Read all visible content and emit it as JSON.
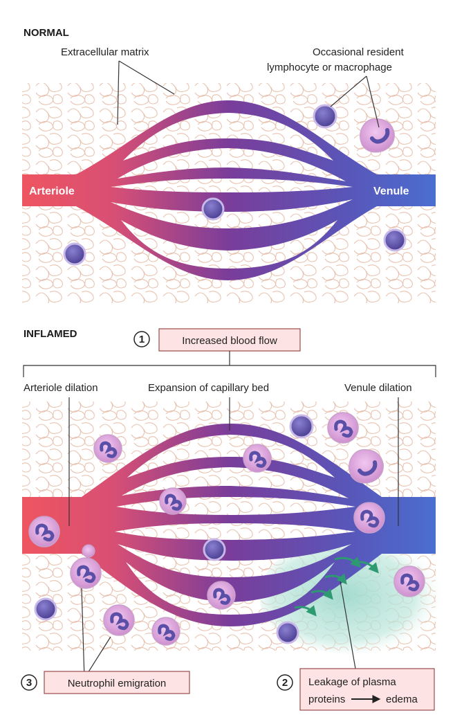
{
  "normal": {
    "title": "NORMAL",
    "labels": {
      "extracellular_matrix": "Extracellular matrix",
      "resident_line1": "Occasional resident",
      "resident_line2": "lymphocyte or macrophage",
      "arteriole": "Arteriole",
      "venule": "Venule"
    }
  },
  "inflamed": {
    "title": "INFLAMED",
    "step1": {
      "number": "1",
      "label": "Increased blood flow"
    },
    "labels": {
      "arteriole_dilation": "Arteriole dilation",
      "capillary_expansion": "Expansion of capillary bed",
      "venule_dilation": "Venule dilation"
    },
    "step2": {
      "number": "2",
      "line1": "Leakage of plasma",
      "line2_a": "proteins",
      "line2_b": "edema"
    },
    "step3": {
      "number": "3",
      "label": "Neutrophil emigration"
    }
  },
  "colors": {
    "arteriole": "#ee5560",
    "capillary_mid": "#7a3d9a",
    "venule": "#4a6ed0",
    "matrix_line": "#e8c2b0",
    "label_box_fill": "#fde3e3",
    "label_box_stroke": "#9b4a4a",
    "cell_dark": "#5a4fa6",
    "cell_pink": "#d7a2d8",
    "edema": "#9fd9cc",
    "arrow_green": "#2e9a72"
  }
}
